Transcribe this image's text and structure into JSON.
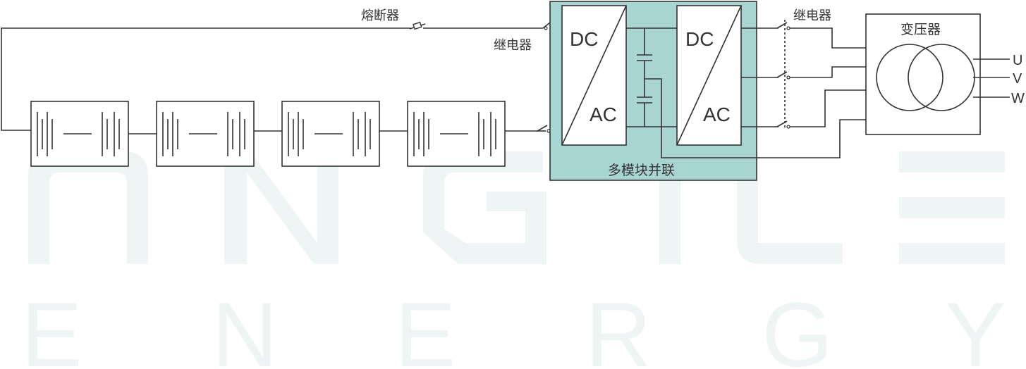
{
  "labels": {
    "fuse": "熔断器",
    "relay_left": "继电器",
    "relay_right": "继电器",
    "transformer": "变压器",
    "parallel_modules": "多模块并联",
    "dc_left": "DC",
    "ac_left": "AC",
    "dc_right": "DC",
    "ac_right": "AC",
    "phase_u": "U",
    "phase_v": "V",
    "phase_w": "W"
  },
  "watermark": {
    "letters_bottom": [
      "E",
      "N",
      "E",
      "R",
      "G",
      "Y"
    ]
  },
  "colors": {
    "module_fill": "#a8d5d1",
    "line": "#333333",
    "watermark": "#eef5f4"
  }
}
